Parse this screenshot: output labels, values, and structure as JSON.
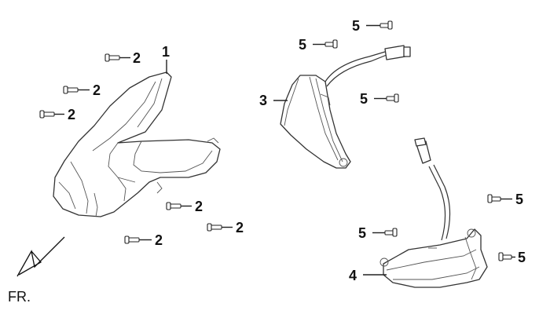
{
  "diagram": {
    "orientation_label": "FR.",
    "parts": [
      {
        "ref": "1",
        "kind": "front-fairing"
      },
      {
        "ref": "2",
        "kind": "screw"
      },
      {
        "ref": "3",
        "kind": "turn-signal-left"
      },
      {
        "ref": "4",
        "kind": "turn-signal-right"
      },
      {
        "ref": "5",
        "kind": "screw"
      }
    ],
    "callouts": [
      {
        "label": "1"
      },
      {
        "label": "2"
      },
      {
        "label": "2"
      },
      {
        "label": "2"
      },
      {
        "label": "2"
      },
      {
        "label": "2"
      },
      {
        "label": "2"
      },
      {
        "label": "3"
      },
      {
        "label": "4"
      },
      {
        "label": "5"
      },
      {
        "label": "5"
      },
      {
        "label": "5"
      },
      {
        "label": "5"
      },
      {
        "label": "5"
      },
      {
        "label": "5"
      }
    ]
  }
}
